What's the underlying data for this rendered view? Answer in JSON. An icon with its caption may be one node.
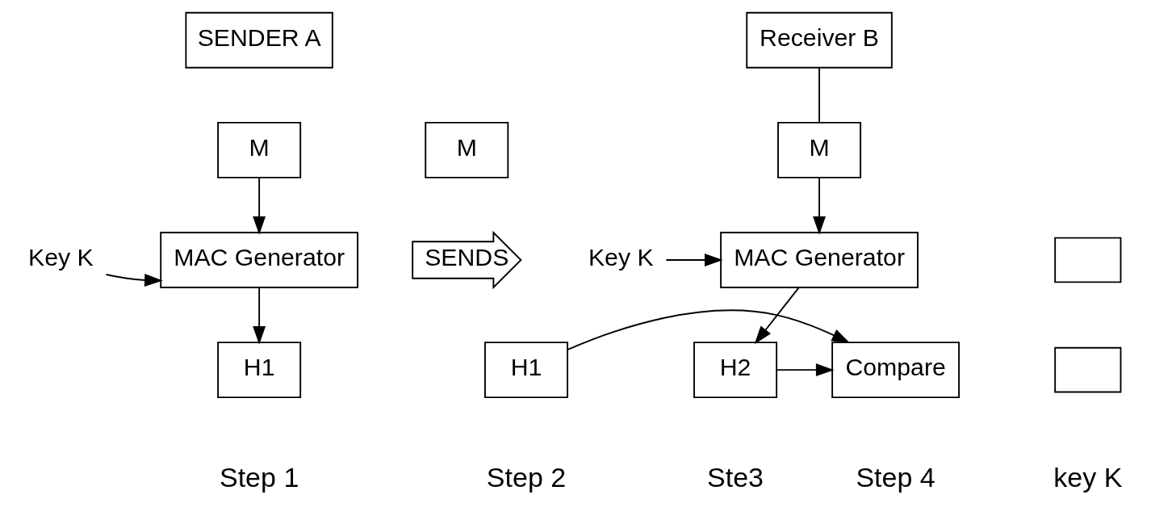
{
  "diagram": {
    "nodes": [
      {
        "text": [
          "SENDER A"
        ]
      },
      {
        "text": [
          "M"
        ]
      },
      {
        "text": [
          "MAC Generator"
        ]
      },
      {
        "text": [
          "Key K"
        ]
      },
      {
        "text": [
          "H1"
        ]
      },
      {
        "text": [
          "M"
        ]
      },
      {
        "text": [
          "SENDS"
        ]
      },
      {
        "text": [
          "H1"
        ]
      },
      {
        "text": [
          "Compare"
        ]
      },
      {
        "text": [
          "Receiver B"
        ]
      },
      {
        "text": [
          "M"
        ]
      },
      {
        "text": [
          "MAC Generator"
        ]
      },
      {
        "text": [
          "Key K"
        ]
      },
      {
        "text": [
          "H2"
        ]
      },
      {
        "text": [],
        "shape": "box"
      },
      {
        "text": [],
        "shape": "box"
      }
    ],
    "edges": [
      {
        "from": 1,
        "to": 2,
        "arrow": "to"
      },
      {
        "from": 3,
        "to": 2,
        "arrow": "to"
      },
      {
        "from": 2,
        "to": 4,
        "arrow": "to"
      },
      {
        "from": 7,
        "to": 8,
        "arrow": "to"
      },
      {
        "from": 9,
        "to": 10,
        "arrow": "none"
      },
      {
        "from": 10,
        "to": 11,
        "arrow": "to"
      },
      {
        "from": 12,
        "to": 11,
        "arrow": "to"
      },
      {
        "from": 11,
        "to": 13,
        "arrow": "to"
      },
      {
        "from": 13,
        "to": 8,
        "arrow": "to"
      }
    ],
    "labels": [
      "Step 1",
      "Step 2",
      "Step 4",
      "Ste3",
      "key K"
    ]
  }
}
